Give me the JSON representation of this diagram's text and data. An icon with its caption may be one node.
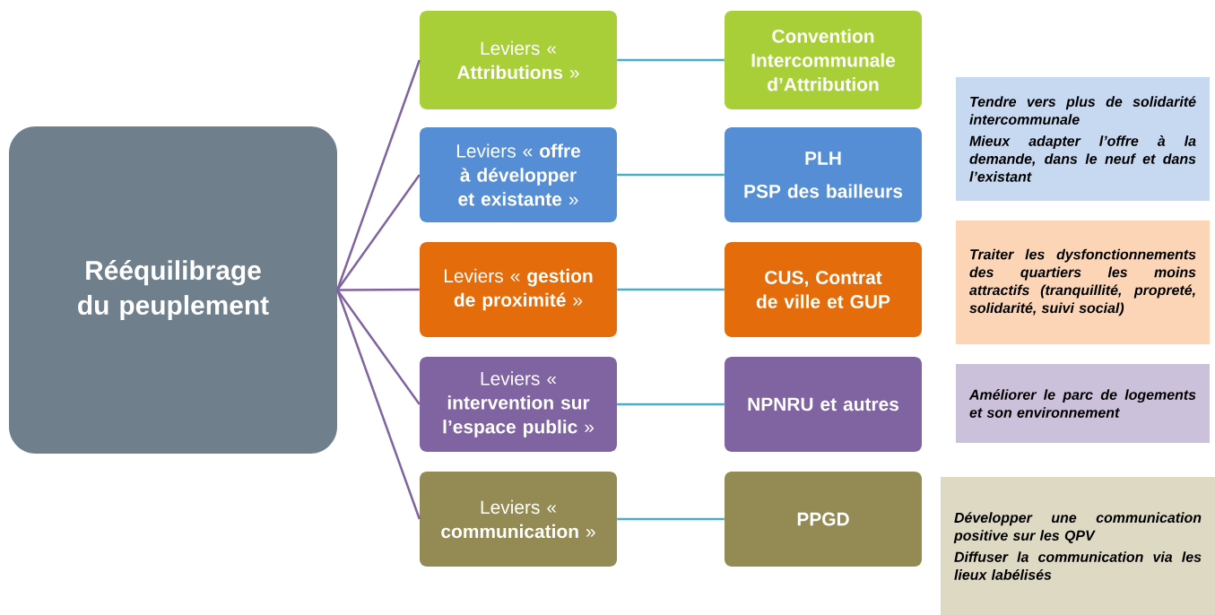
{
  "diagram": {
    "nodes": [
      {
        "text": [
          "Rééquilibrage du peuplement"
        ]
      },
      {
        "text": [
          "Leviers « **Attributions** »"
        ]
      },
      {
        "text": [
          "Leviers « **offre à développer et existante** »"
        ]
      },
      {
        "text": [
          "Leviers « **gestion de proximité** »"
        ]
      },
      {
        "text": [
          "Leviers « **intervention sur l’espace public** »"
        ]
      },
      {
        "text": [
          "Leviers « **communication** »"
        ]
      },
      {
        "text": [
          "Convention Intercommunale d’Attribution"
        ]
      },
      {
        "text": [
          "PLH",
          "PSP des bailleurs"
        ]
      },
      {
        "text": [
          "CUS, Contrat de ville et GUP"
        ]
      },
      {
        "text": [
          "NPNRU et autres"
        ]
      },
      {
        "text": [
          "PPGD"
        ]
      },
      {
        "text": [
          "Tendre vers plus de solidarité intercommunale",
          "Mieux adapter l’offre à la demande, dans le neuf et dans l’existant"
        ]
      },
      {
        "text": [
          "Traiter les dysfonctionnements des quartiers les moins attractifs (tranquillité, propreté, solidarité, suivi social)"
        ]
      },
      {
        "text": [
          "Améliorer le parc de logements et son environnement"
        ]
      },
      {
        "text": [
          "Développer une communication positive sur les QPV",
          "Diffuser la communication via les lieux labélisés"
        ]
      }
    ],
    "edges": [
      {
        "from": 0,
        "to": 1,
        "arrow": "none",
        "color": "#8064a2"
      },
      {
        "from": 0,
        "to": 2,
        "arrow": "none",
        "color": "#8064a2"
      },
      {
        "from": 0,
        "to": 3,
        "arrow": "none",
        "color": "#8064a2"
      },
      {
        "from": 0,
        "to": 4,
        "arrow": "none",
        "color": "#8064a2"
      },
      {
        "from": 0,
        "to": 5,
        "arrow": "none",
        "color": "#8064a2"
      },
      {
        "from": 1,
        "to": 6,
        "arrow": "none",
        "color": "#4bacc6"
      },
      {
        "from": 2,
        "to": 7,
        "arrow": "none",
        "color": "#4bacc6"
      },
      {
        "from": 3,
        "to": 8,
        "arrow": "none",
        "color": "#4bacc6"
      },
      {
        "from": 4,
        "to": 9,
        "arrow": "none",
        "color": "#4bacc6"
      },
      {
        "from": 5,
        "to": 10,
        "arrow": "none",
        "color": "#4bacc6"
      }
    ]
  }
}
